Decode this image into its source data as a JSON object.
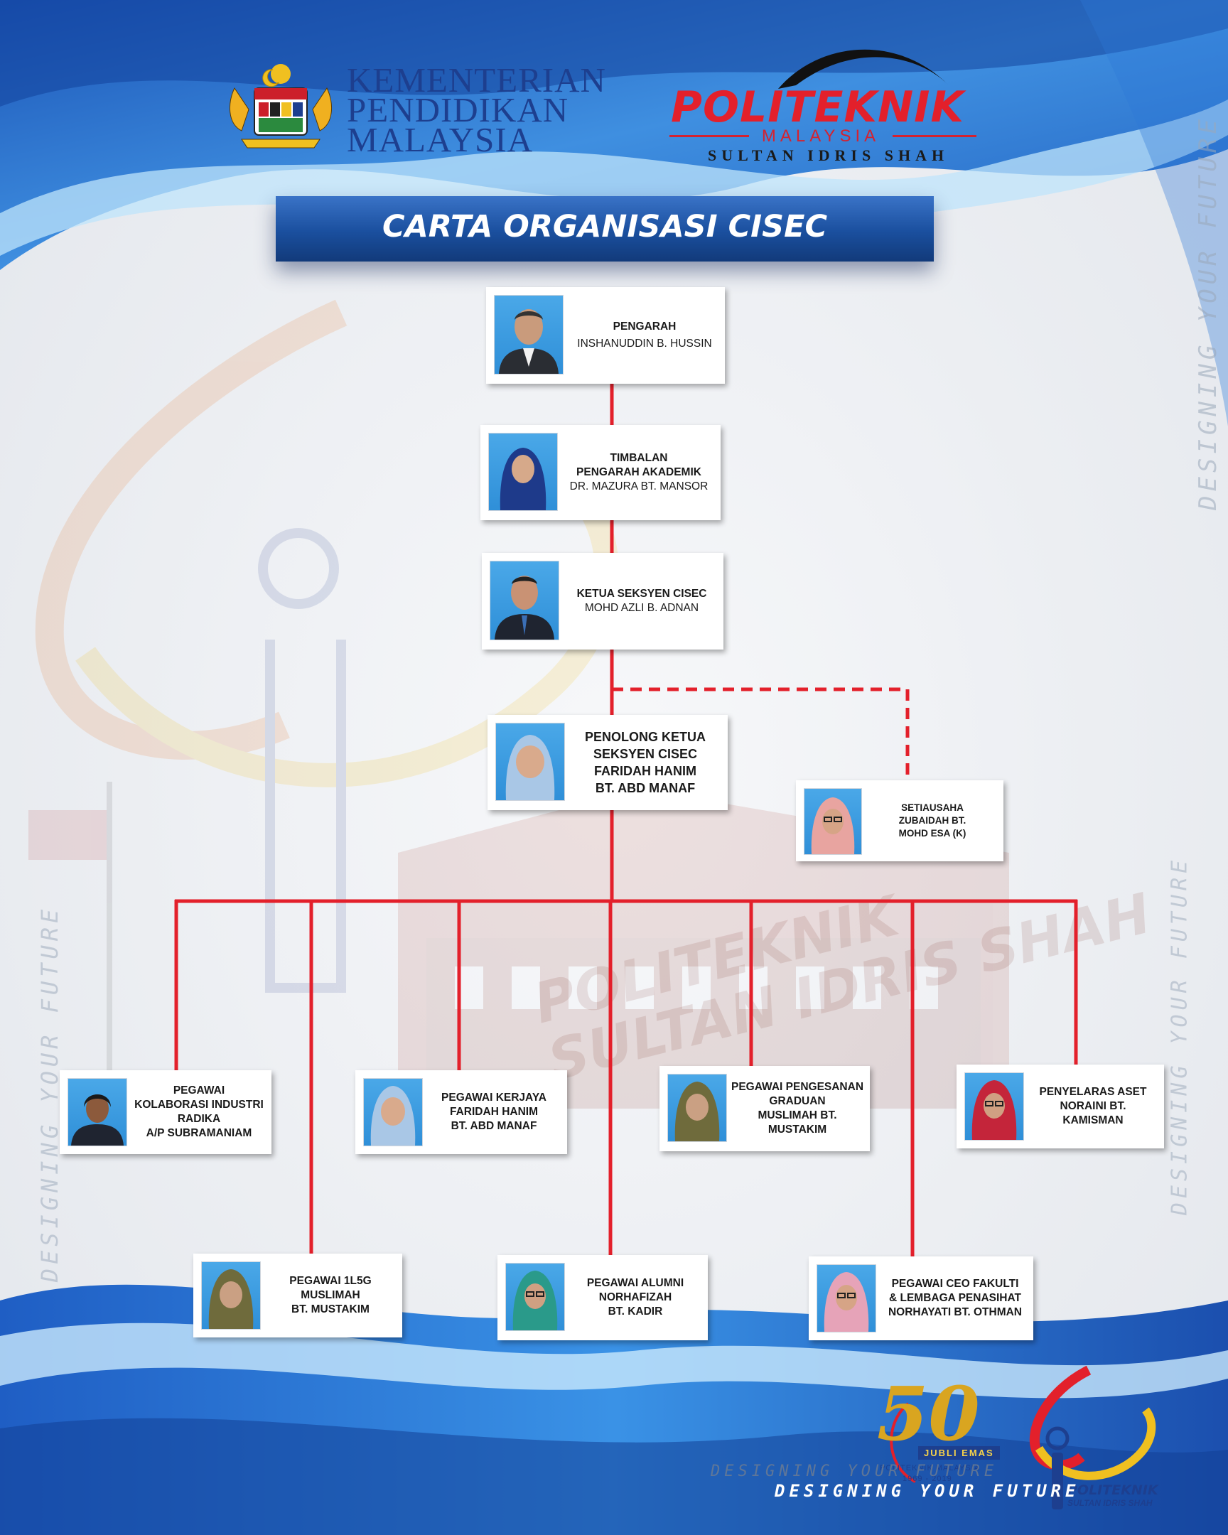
{
  "header": {
    "ministry_lines": [
      "KEMENTERIAN",
      "PENDIDIKAN",
      "MALAYSIA"
    ],
    "polytechnic_name": "POLITEKNIK",
    "polytechnic_country": "MALAYSIA",
    "polytechnic_campus": "SULTAN IDRIS SHAH"
  },
  "title": "CARTA ORGANISASI CISEC",
  "colors": {
    "connector": "#e3202b",
    "banner": "#1a4f9e",
    "accent_blue": "#1d3f8f"
  },
  "org": {
    "director": {
      "role": "PENGARAH",
      "name": "INSHANUDDIN B. HUSSIN"
    },
    "deputy": {
      "role": "TIMBALAN\nPENGARAH AKADEMIK",
      "name": "DR. MAZURA BT. MANSOR"
    },
    "head": {
      "role": "KETUA SEKSYEN CISEC",
      "name": "MOHD AZLI B. ADNAN"
    },
    "assistant_head": {
      "role": "PENOLONG KETUA\nSEKSYEN CISEC",
      "name": "FARIDAH HANIM\nBT. ABD MANAF"
    },
    "secretary": {
      "role": "SETIAUSAHA",
      "name": "ZUBAIDAH BT.\nMOHD ESA (K)"
    },
    "officers": [
      {
        "role": "PEGAWAI\nKOLABORASI INDUSTRI",
        "name": "RADIKA\nA/P SUBRAMANIAM"
      },
      {
        "role": "PEGAWAI 1L5G",
        "name": "MUSLIMAH\nBT. MUSTAKIM"
      },
      {
        "role": "PEGAWAI KERJAYA",
        "name": "FARIDAH HANIM\nBT. ABD MANAF"
      },
      {
        "role": "PEGAWAI ALUMNI",
        "name": "NORHAFIZAH\nBT. KADIR"
      },
      {
        "role": "PEGAWAI PENGESANAN\nGRADUAN",
        "name": "MUSLIMAH BT.\nMUSTAKIM"
      },
      {
        "role": "PEGAWAI CEO FAKULTI\n& LEMBAGA PENASIHAT",
        "name": "NORHAYATI BT. OTHMAN"
      },
      {
        "role": "PENYELARAS ASET",
        "name": "NORAINI BT.\nKAMISMAN"
      }
    ]
  },
  "watermark_text": "POLITEKNIK SULTAN IDRIS SHAH",
  "tagline": "DESIGNING YOUR FUTURE",
  "jubilee": {
    "number": "50",
    "label": "JUBLI EMAS",
    "caption": "POLITEKNIK MALAYSIA",
    "years": "1969 - 2019"
  },
  "footer_logo": {
    "name": "POLITEKNIK",
    "campus": "SULTAN IDRIS SHAH"
  }
}
